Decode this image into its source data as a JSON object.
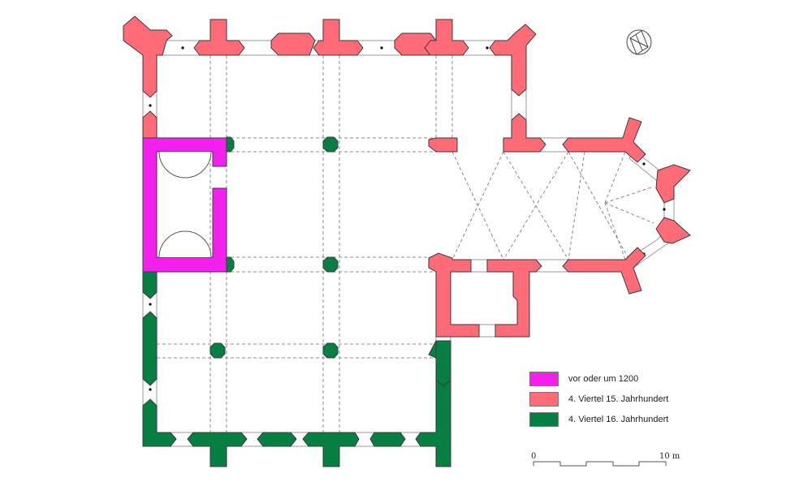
{
  "colors": {
    "period_1200": "#F221EE",
    "period_15c": "#FF6B76",
    "period_16c": "#077F42",
    "outline": "#3a3a3a"
  },
  "legend": [
    {
      "label": "vor oder um 1200",
      "color": "#F221EE"
    },
    {
      "label": "4. Viertel 15. Jahrhundert",
      "color": "#FF6B76"
    },
    {
      "label": "4. Viertel 16. Jahrhundert",
      "color": "#077F42"
    }
  ],
  "scale": {
    "start": "0",
    "end": "10 m"
  },
  "north_arrow": "north-arrow-icon"
}
